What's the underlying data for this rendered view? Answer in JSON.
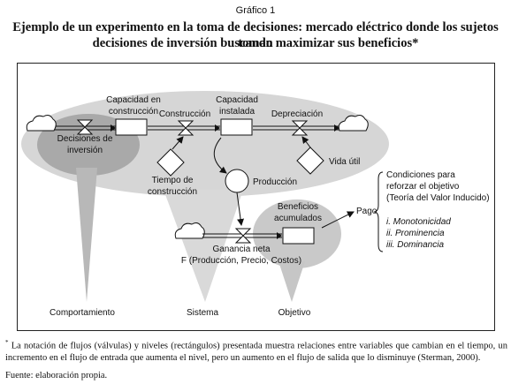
{
  "header": {
    "label": "Gráfico 1",
    "title_line1": "Ejemplo de un experimento en la toma de decisiones: mercado eléctrico donde los sujetos toman",
    "title_line2": "decisiones de inversión buscando maximizar sus beneficios*"
  },
  "diagram": {
    "nodes": {
      "capacidad_construccion": [
        "Capacidad en",
        "construcción"
      ],
      "capacidad_instalada": [
        "Capacidad",
        "instalada"
      ],
      "beneficios": [
        "Beneficios",
        "acumulados"
      ]
    },
    "flows": {
      "decisiones": [
        "Decisiones de",
        "inversión"
      ],
      "construccion": "Construcción",
      "depreciacion": "Depreciación",
      "ganancia": "Ganancia neta",
      "ganancia_formula": "F (Producción, Precio, Costos)"
    },
    "auxiliaries": {
      "tiempo": [
        "Tiempo de",
        "construcción"
      ],
      "vida": "Vida útil",
      "produccion": "Producción",
      "pago": "Pago"
    },
    "conditions": {
      "heading": [
        "Condiciones para",
        "reforzar el objetivo",
        "(Teoría del Valor Inducido)"
      ],
      "items": [
        "i. Monotonicidad",
        "ii. Prominencia",
        "iii. Dominancia"
      ]
    },
    "categories": [
      "Comportamiento",
      "Sistema",
      "Objetivo"
    ]
  },
  "footnote": {
    "marker": "*",
    "text": " La notación de flujos (válvulas) y niveles (rectángulos) presentada muestra relaciones entre variables que cambian en el tiempo, un incremento en el flujo de entrada que aumenta el nivel, pero un aumento en el flujo de salida que lo disminuye (Sterman, 2000).",
    "source": "Fuente: elaboración propia."
  }
}
